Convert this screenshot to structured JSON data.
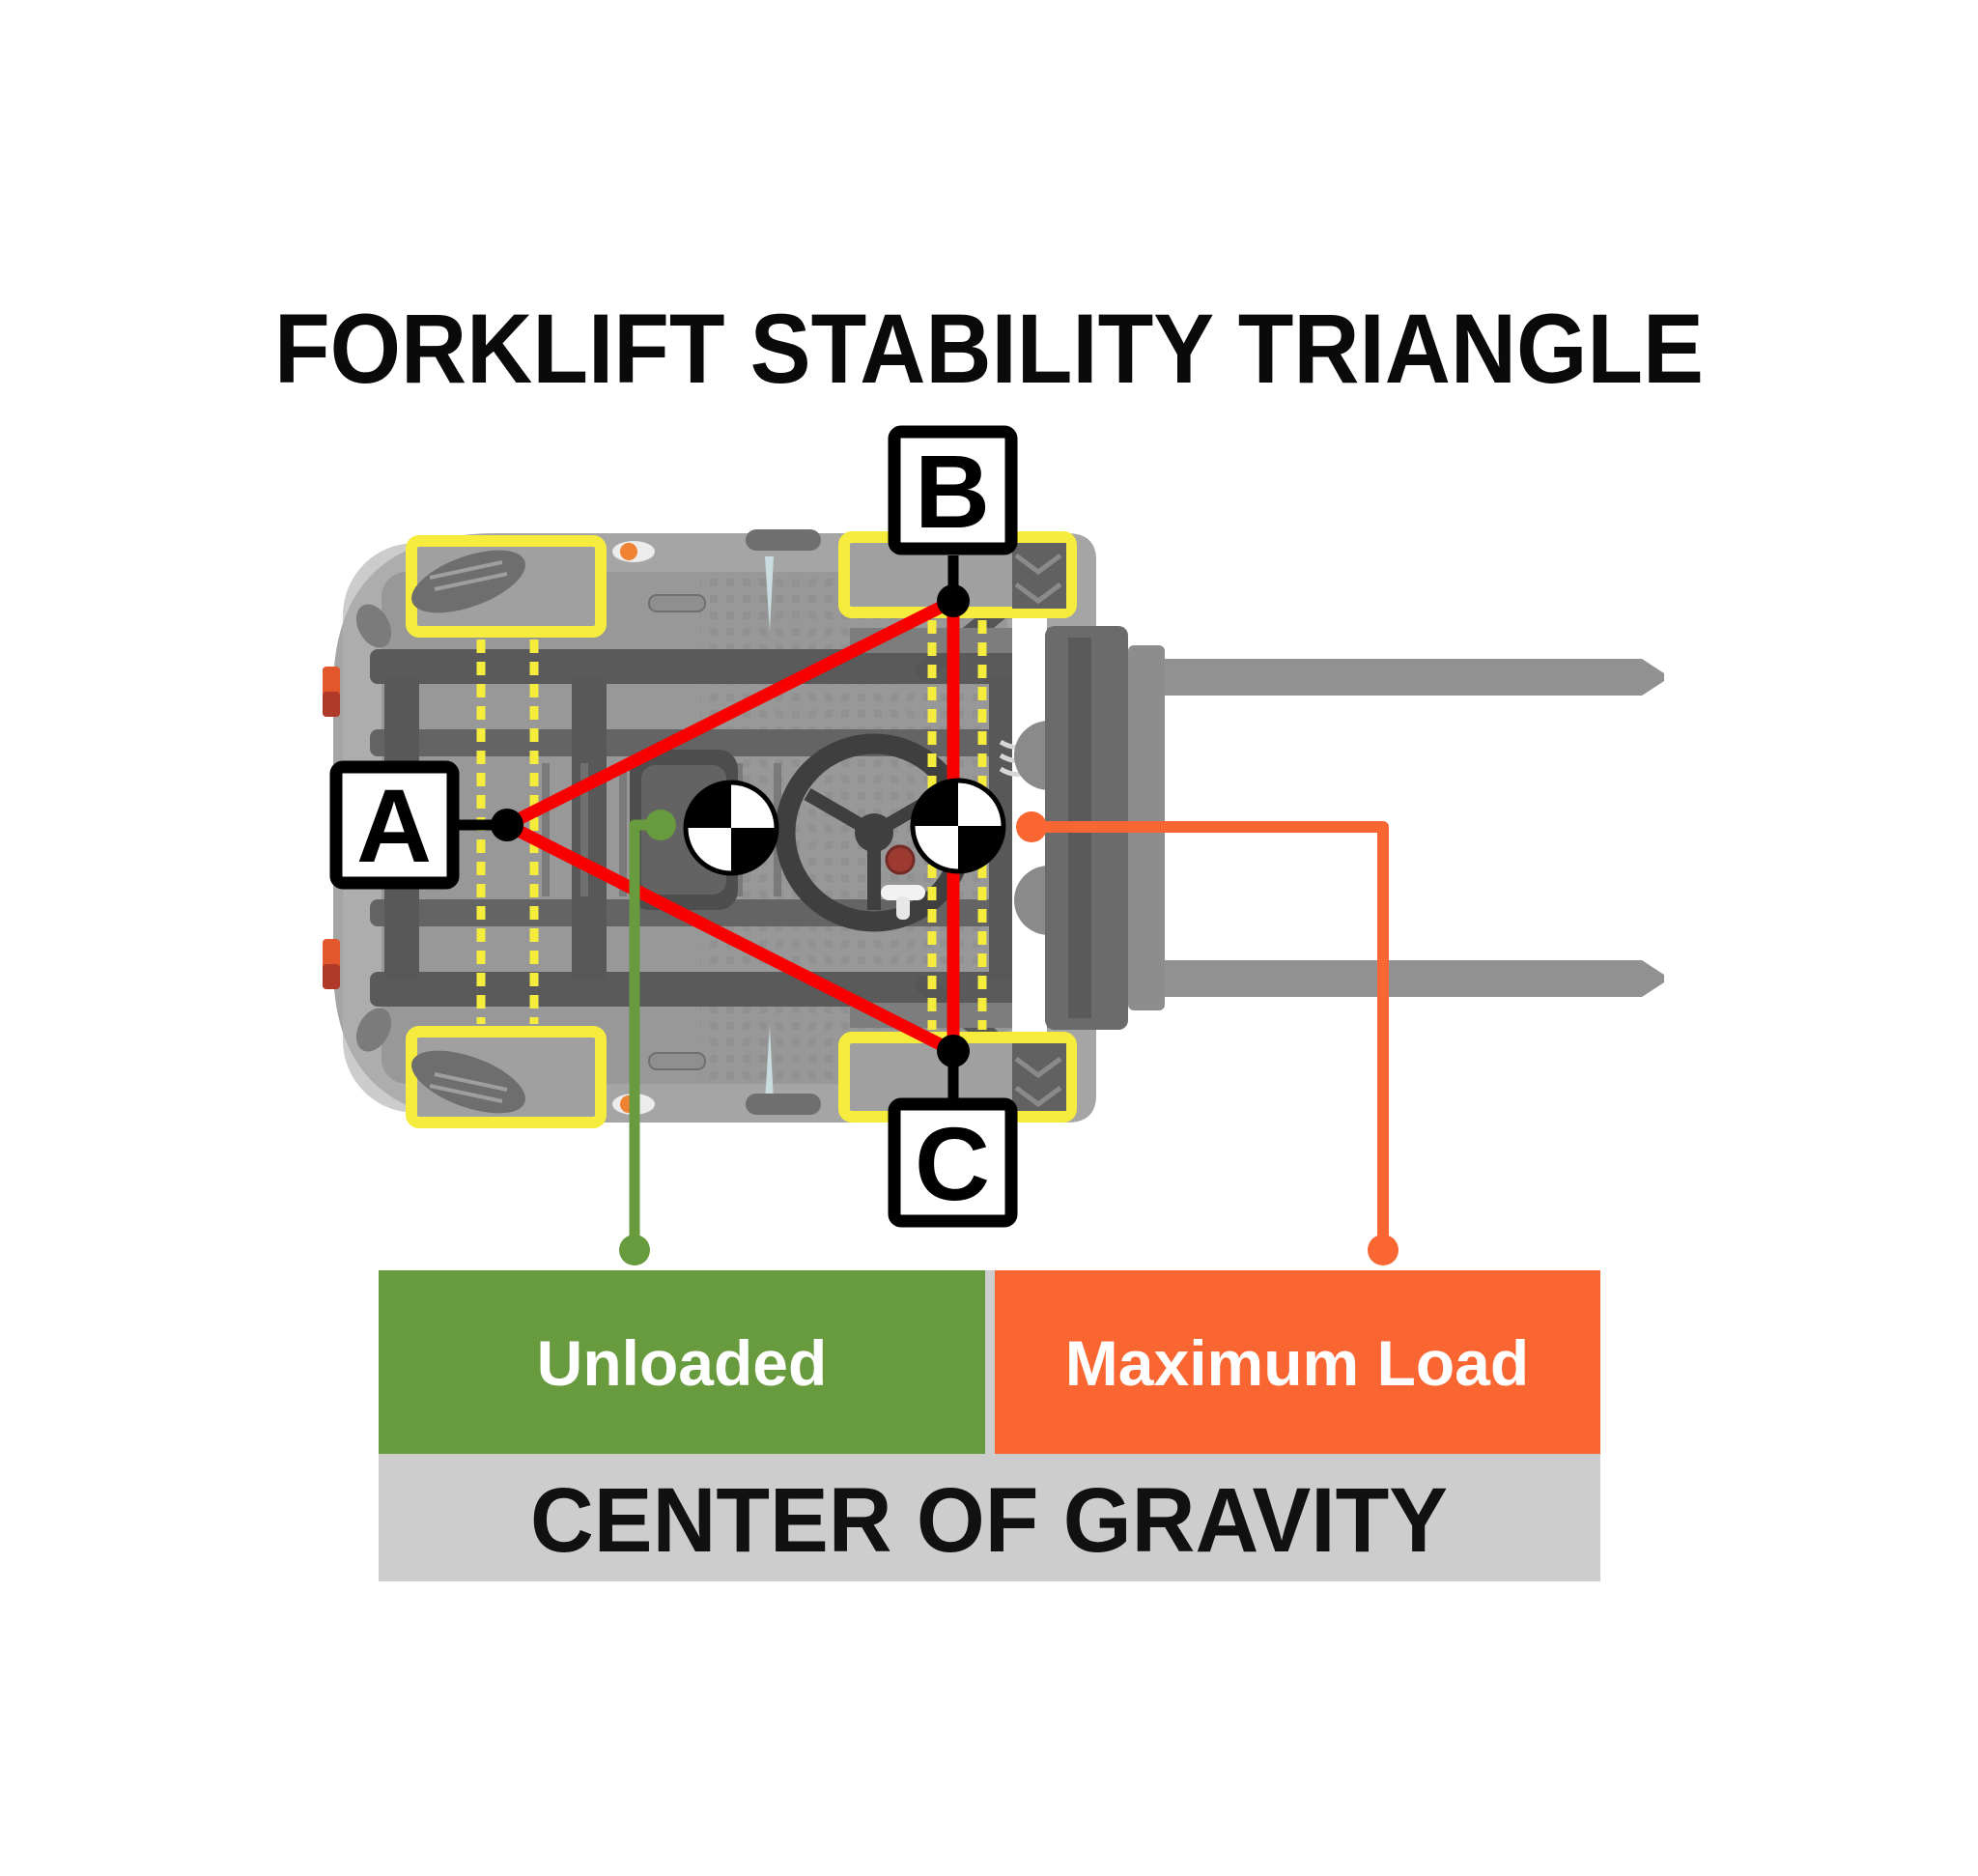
{
  "title": "FORKLIFT STABILITY TRIANGLE",
  "diagram": {
    "point_labels": {
      "a": "A",
      "b": "B",
      "c": "C"
    },
    "icons": {
      "cg_unloaded": "center-of-gravity-crosshair-icon",
      "cg_max_load": "center-of-gravity-crosshair-icon"
    },
    "colors": {
      "triangle_red": "#f90000",
      "wheel_highlight_yellow": "#f5ec3d",
      "unloaded_green": "#689a3e",
      "max_load_orange": "#f96632",
      "gravity_bar_gray": "#cdcdcd",
      "forklift_body_gray": "#a5a5a5"
    },
    "legend": {
      "unloaded_label": "Unloaded",
      "max_load_label": "Maximum Load",
      "center_of_gravity_label": "CENTER OF GRAVITY"
    }
  }
}
